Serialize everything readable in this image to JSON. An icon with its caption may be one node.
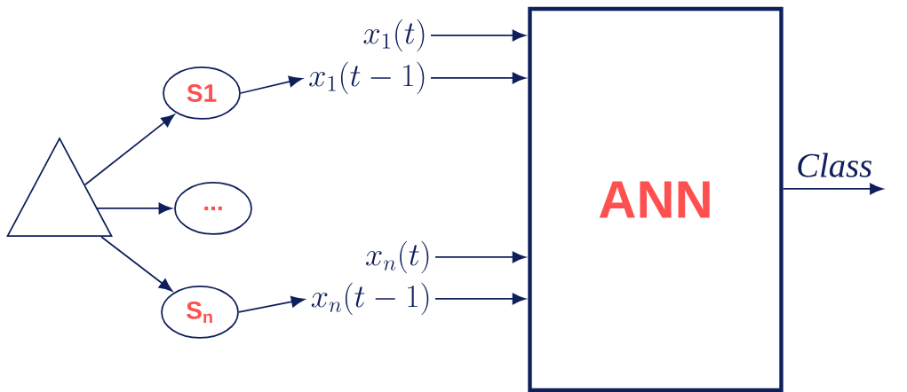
{
  "diagram": {
    "nodes": [
      {
        "text": [],
        "shape": "triangle"
      },
      {
        "text": [
          "S1"
        ]
      },
      {
        "text": [
          "..."
        ]
      },
      {
        "text": [
          "S$_{n}$"
        ]
      },
      {
        "text": [
          "x_1(t)"
        ]
      },
      {
        "text": [
          "x_1(t-1)"
        ]
      },
      {
        "text": [
          "x_n(t)"
        ]
      },
      {
        "text": [
          "x_n(t-1)"
        ]
      },
      {
        "text": [
          "ANN"
        ]
      }
    ],
    "edges": [
      {
        "from": 0,
        "to": 1,
        "arrow": "to"
      },
      {
        "from": 0,
        "to": 2,
        "arrow": "to"
      },
      {
        "from": 0,
        "to": 3,
        "arrow": "to"
      },
      {
        "from": 1,
        "to": 5,
        "arrow": "to"
      },
      {
        "from": 3,
        "to": 7,
        "arrow": "to"
      },
      {
        "from": 4,
        "to": 8,
        "arrow": "to"
      },
      {
        "from": 5,
        "to": 8,
        "arrow": "to"
      },
      {
        "from": 6,
        "to": 8,
        "arrow": "to"
      },
      {
        "from": 7,
        "to": 8,
        "arrow": "to"
      },
      {
        "from": 8,
        "to": null,
        "arrow": "to",
        "label": "Class"
      }
    ]
  }
}
